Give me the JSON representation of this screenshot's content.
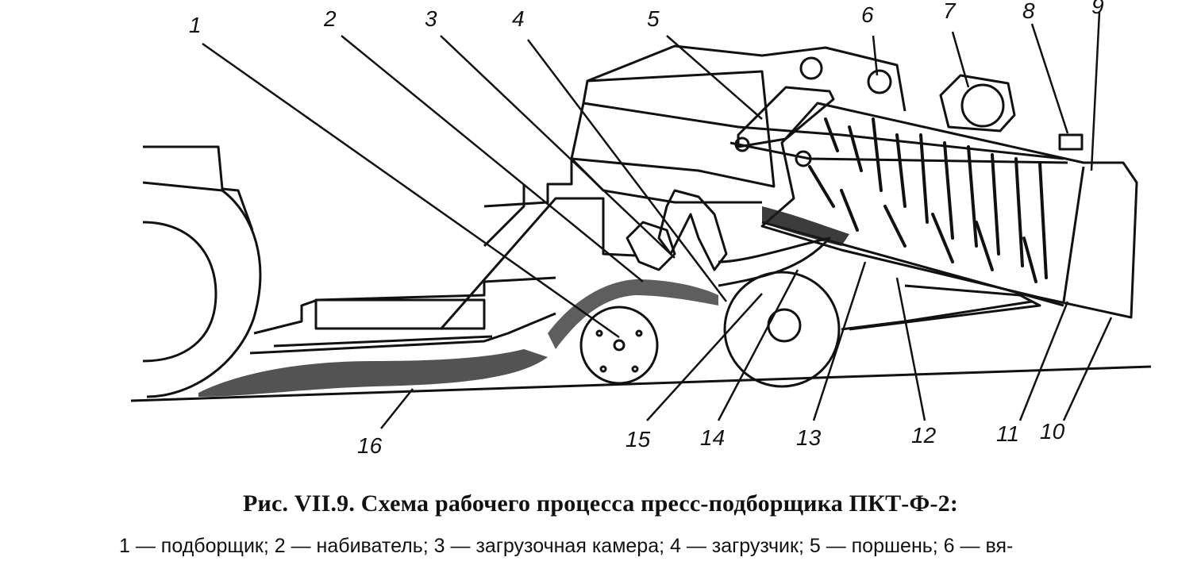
{
  "callouts": [
    "1",
    "2",
    "3",
    "4",
    "5",
    "6",
    "7",
    "8",
    "9",
    "10",
    "11",
    "12",
    "13",
    "14",
    "15",
    "16"
  ],
  "caption": "Рис. VII.9. Схема рабочего процесса пресс-подборщика ПКТ-Ф-2:",
  "legend": "1 — подборщик; 2 — набиватель; 3 — загрузочная камера; 4 — загрузчик; 5 — поршень; 6 — вя-",
  "colors": {
    "ink": "#111111",
    "paper": "#ffffff",
    "hay": "#1a1a1a"
  }
}
